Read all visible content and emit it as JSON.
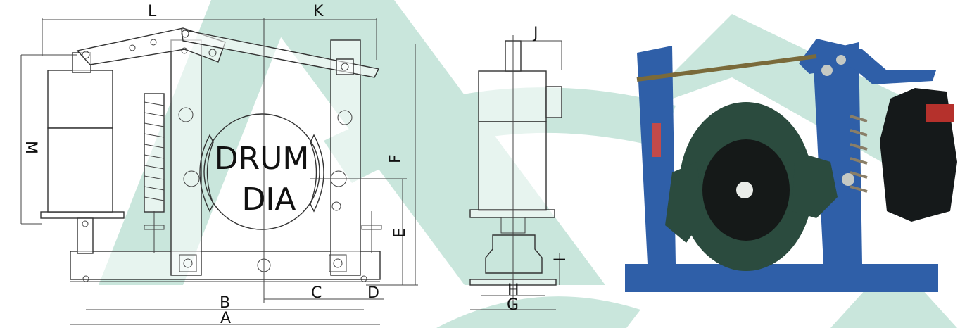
{
  "dimensions": {
    "L": "L",
    "K": "K",
    "J": "J",
    "M": "M",
    "F": "F",
    "E": "E",
    "I": "I",
    "B": "B",
    "C": "C",
    "D": "D",
    "A": "A",
    "H": "H",
    "G": "G"
  },
  "drum_label": {
    "line1": "DRUM",
    "line2": "DIA"
  },
  "colors": {
    "watermark": "#c9e6dc",
    "frame_blue": "#2f5fa8",
    "drum": "#2b4b3e"
  }
}
